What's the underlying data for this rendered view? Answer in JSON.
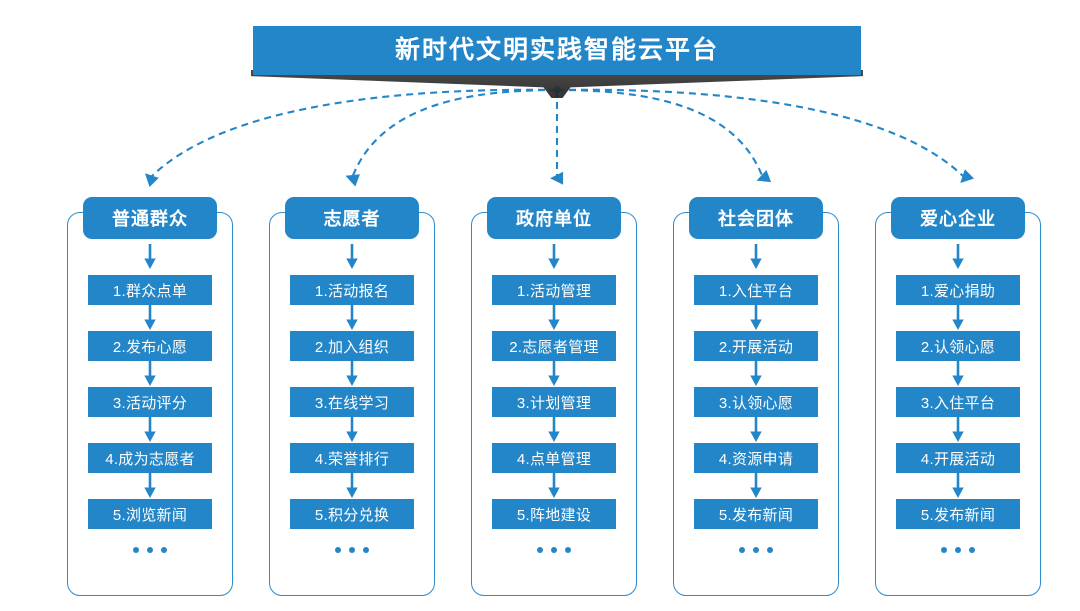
{
  "theme": {
    "primary_blue": "#2386c8",
    "outline_blue": "#2f8ccc",
    "shadow_dark": "#2b2b2b",
    "text_white": "#ffffff",
    "background": "#ffffff"
  },
  "banner": {
    "title": "新时代文明实践智能云平台"
  },
  "ellipsis_label": "...",
  "columns": [
    {
      "id": "general-public",
      "header": "普通群众",
      "items": [
        "1.群众点单",
        "2.发布心愿",
        "3.活动评分",
        "4.成为志愿者",
        "5.浏览新闻"
      ]
    },
    {
      "id": "volunteer",
      "header": "志愿者",
      "items": [
        "1.活动报名",
        "2.加入组织",
        "3.在线学习",
        "4.荣誉排行",
        "5.积分兑换"
      ]
    },
    {
      "id": "government-unit",
      "header": "政府单位",
      "items": [
        "1.活动管理",
        "2.志愿者管理",
        "3.计划管理",
        "4.点单管理",
        "5.阵地建设"
      ]
    },
    {
      "id": "social-group",
      "header": "社会团体",
      "items": [
        "1.入住平台",
        "2.开展活动",
        "3.认领心愿",
        "4.资源申请",
        "5.发布新闻"
      ]
    },
    {
      "id": "charity-enterprise",
      "header": "爱心企业",
      "items": [
        "1.爱心捐助",
        "2.认领心愿",
        "3.入住平台",
        "4.开展活动",
        "5.发布新闻"
      ]
    }
  ]
}
